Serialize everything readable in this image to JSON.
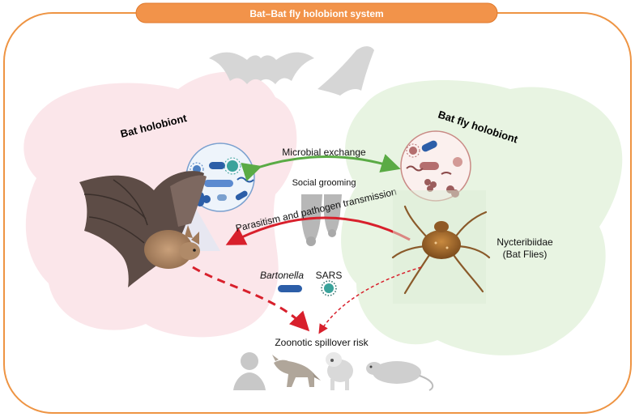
{
  "title": "Bat–Bat fly holobiont system",
  "bat_holobiont_label": "Bat holobiont",
  "bat_fly_holobiont_label": "Bat fly holobiont",
  "microbial_exchange_label": "Microbial exchange",
  "social_grooming_label": "Social grooming",
  "parasitism_label": "Parasitism and pathogen transmission",
  "nycteribiidae_label": "Nycteribiidae",
  "bat_flies_label": "(Bat Flies)",
  "bartonella_label": "Bartonella",
  "sars_label": "SARS",
  "zoonotic_label": "Zoonotic spillover risk",
  "colors": {
    "frame": "#ee9443",
    "title_fill": "#f2934a",
    "bat_blob": "#fbe3e8",
    "fly_blob": "#e5f3df",
    "exchange_arrow": "#5aab45",
    "parasitism_arrow": "#d8202c",
    "bacteria_blue": "#2c5ea8",
    "fly_microbe": "#b46e6e"
  },
  "icons": [
    "bat-silhouette-icon",
    "bat-illustration-icon",
    "bat-fly-illustration-icon",
    "hanging-bats-icon",
    "human-icon",
    "coyote-icon",
    "dog-icon",
    "rat-icon",
    "bartonella-icon",
    "sars-virus-icon"
  ]
}
